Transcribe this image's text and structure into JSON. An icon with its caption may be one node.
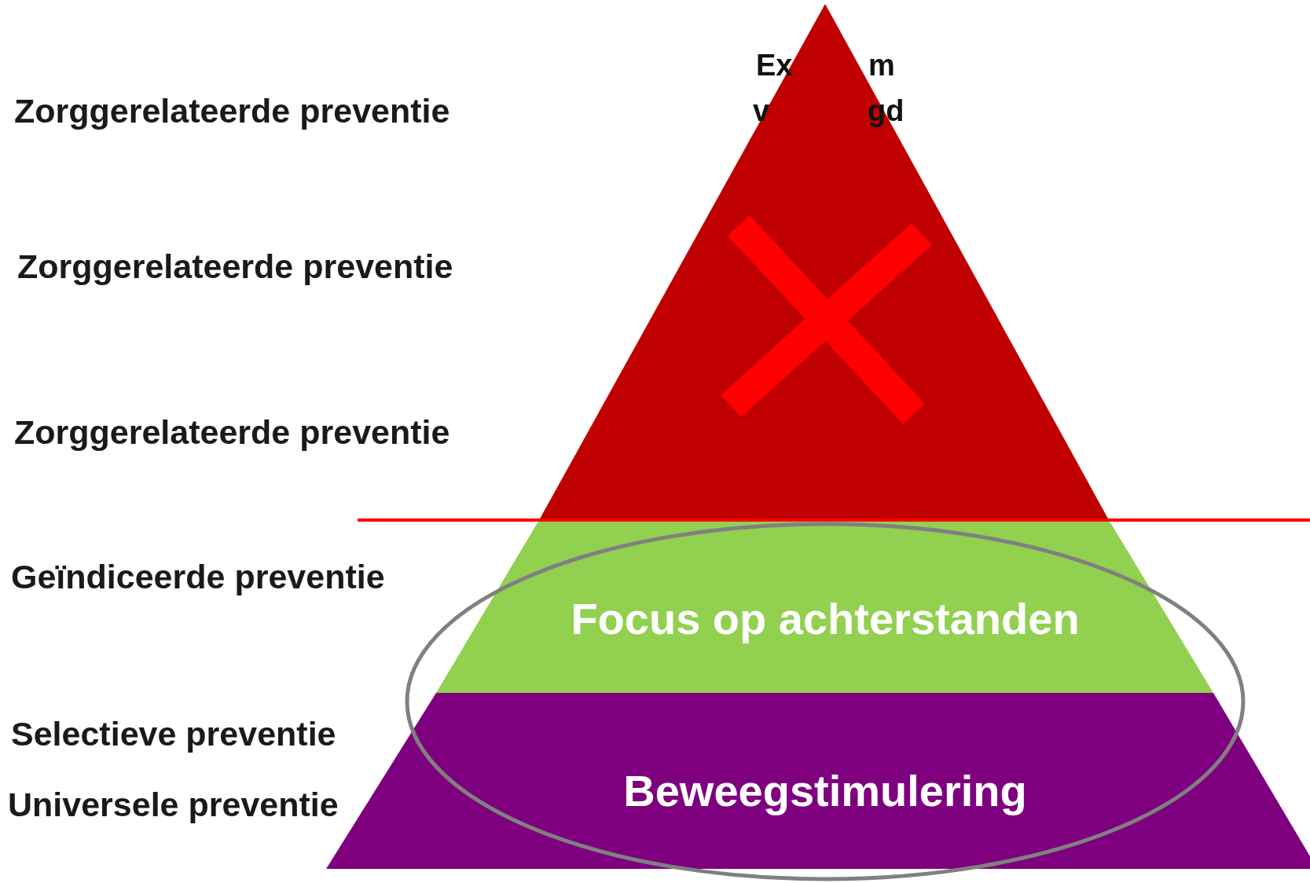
{
  "diagram": {
    "nodes": [
      {
        "text": [],
        "shape": "triangle"
      },
      {
        "text": [
          "Focus op achterstanden"
        ]
      },
      {
        "text": [
          "Beweegstimulering"
        ]
      }
    ],
    "labels": [
      "Zorggerelateerde preventie",
      "Ex",
      "m",
      "v",
      "gd",
      "Zorggerelateerde preventie",
      "Zorggerelateerde preventie",
      "Geïndiceerde preventie",
      "Selectieve preventie",
      "Universele preventie"
    ]
  }
}
